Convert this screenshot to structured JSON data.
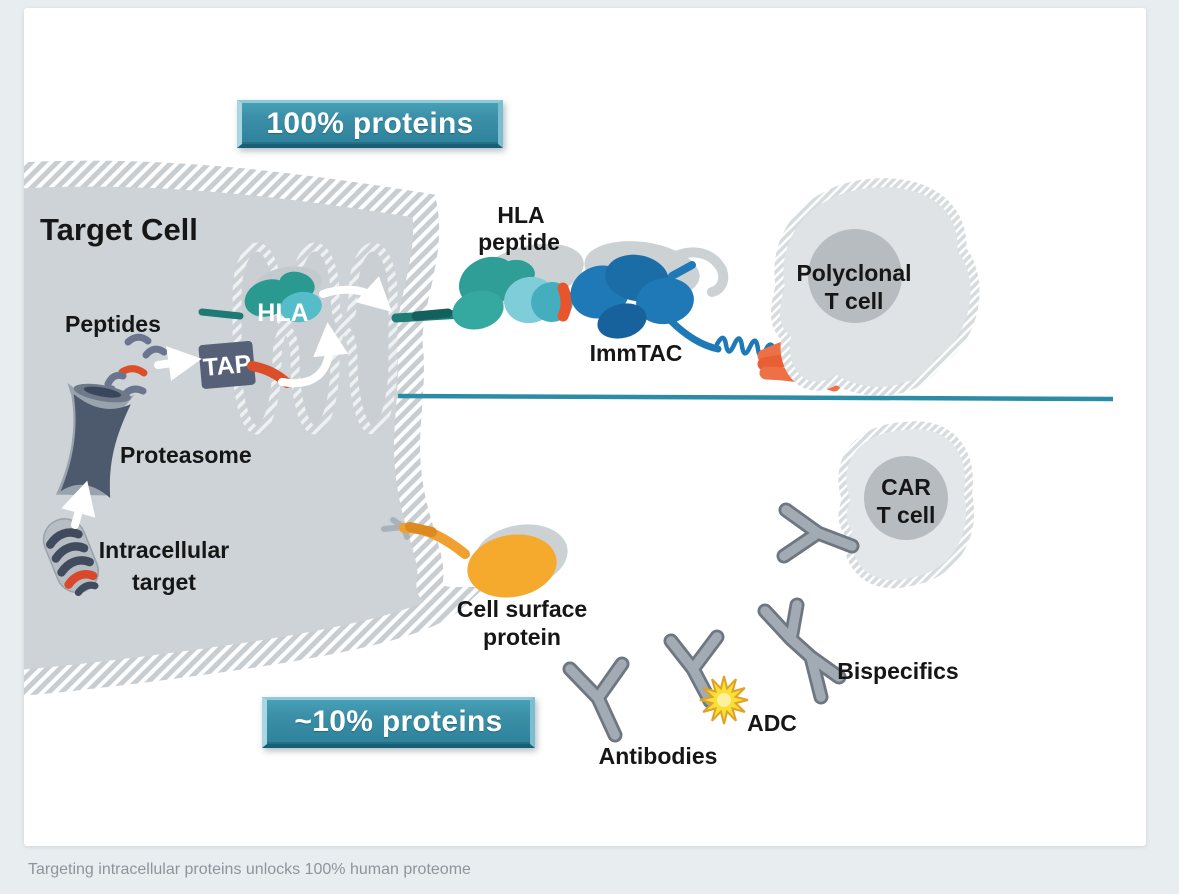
{
  "figure": {
    "caption": "Targeting intracellular proteins unlocks 100% human proteome"
  },
  "banners": {
    "top": {
      "label": "100% proteins"
    },
    "bottom": {
      "label": "~10% proteins"
    }
  },
  "target_cell": {
    "title": "Target Cell",
    "peptides_label": "Peptides",
    "tap_label": "TAP",
    "hla_label": "HLA",
    "proteasome_label": "Proteasome",
    "intracellular_target": {
      "line1": "Intracellular",
      "line2": "target"
    }
  },
  "immtac_pathway": {
    "hla_peptide": {
      "line1": "HLA",
      "line2": "peptide"
    },
    "immtac_label": "ImmTAC",
    "polyclonal_t_cell": {
      "line1": "Polyclonal",
      "line2": "T cell"
    }
  },
  "surface_pathway": {
    "cell_surface_protein": {
      "line1": "Cell surface",
      "line2": "protein"
    },
    "antibodies_label": "Antibodies",
    "adc_label": "ADC",
    "bispecifics_label": "Bispecifics",
    "car_t_cell": {
      "line1": "CAR",
      "line2": "T cell"
    }
  },
  "colors": {
    "page_background": "#e8edf0",
    "banner_teal": "#3a8ea6",
    "divider_teal": "#2c8ca5",
    "cell_gray": "#cdd3d6",
    "hla_teal": "#2a9a91",
    "hla_light_teal": "#55bcca",
    "membrane_teal": "#1d7a74",
    "immtac_blue": "#1e79b6",
    "peptide_orange": "#e0532a",
    "effector_orange": "#ee7046",
    "surface_protein_amber": "#f2a52e",
    "antibody_gray": "#a2aab3",
    "adc_payload_yellow": "#f9e035",
    "proteasome_slate": "#4d596d",
    "caption_gray": "#8d959c"
  }
}
